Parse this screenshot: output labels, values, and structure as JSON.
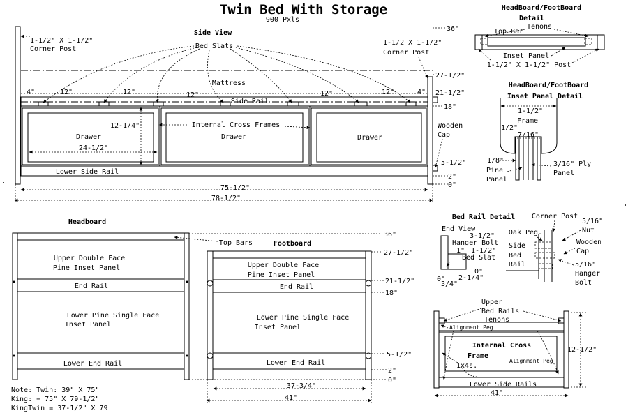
{
  "title": "Twin Bed With Storage",
  "subtitle": "900 Pxls",
  "side_view": {
    "heading": "Side View",
    "corner_post_left": [
      "1-1/2\" X 1-1/2\"",
      "Corner Post"
    ],
    "corner_post_right": [
      "1-1/2 X 1-1/2\"",
      "Corner Post"
    ],
    "bed_slats": "Bed Slats",
    "mattress": "Mattress",
    "side_rail": "Side Rail",
    "slat_spacing": [
      "4\"",
      "12\"",
      "12\"",
      "12\"",
      "12\"",
      "12\"",
      "4\""
    ],
    "drawer_height": "12-1/4\"",
    "drawer_width": "24-1/2\"",
    "drawer": "Drawer",
    "internal_cross_frames": "Internal Cross Frames",
    "wooden_cap": [
      "Wooden",
      "Cap"
    ],
    "lower_side_rail": "Lower Side Rail",
    "heights": [
      "36\"",
      "27-1/2\"",
      "21-1/2\"",
      "18\"",
      "5-1/2\"",
      "2\"",
      "0\""
    ],
    "inner_length": "75-1/2\"",
    "outer_length": "78-1/2\""
  },
  "headboard_footboard_detail": {
    "heading": [
      "HeadBoard/FootBoard",
      "Detail"
    ],
    "tenons": "Tenons",
    "top_bar": "Top Bar",
    "inset_panel": "Inset Panel",
    "post": "1-1/2\" X 1-1/2\" Post"
  },
  "inset_panel_detail": {
    "heading": [
      "HeadBoard/FootBoard",
      "Inset Panel Detail"
    ],
    "frame_width": "1-1/2\"",
    "frame": "Frame",
    "half": "1/2\"",
    "seven_sixteenths": "7/16\"",
    "eighth": "1/8\"",
    "pine_panel": [
      "Pine",
      "Panel"
    ],
    "ply_panel": [
      "3/16\" Ply",
      "Panel"
    ]
  },
  "headboard": {
    "heading": "Headboard",
    "top_bars": "Top Bars",
    "upper_panel": [
      "Upper Double Face",
      "Pine Inset Panel"
    ],
    "end_rail": "End Rail",
    "lower_panel": [
      "Lower Pine Single Face",
      "Inset Panel"
    ],
    "lower_end_rail": "Lower End Rail"
  },
  "footboard": {
    "heading": "Footboard",
    "upper_panel": [
      "Upper Double Face",
      "Pine Inset Panel"
    ],
    "end_rail": "End Rail",
    "lower_panel": [
      "Lower Pine Single Face",
      "Inset Panel"
    ],
    "lower_end_rail": "Lower End Rail",
    "heights": [
      "36\"",
      "27-1/2\"",
      "21-1/2\"",
      "18\"",
      "5-1/2\"",
      "2\"",
      "0\""
    ],
    "inner_width": "37-3/4\"",
    "outer_width": "41\""
  },
  "note": [
    "Note: Twin: 39\" X 75\"",
    "King: = 75\" X 79-1/2\"",
    "KingTwin = 37-1/2\" X 79"
  ],
  "bed_rail_detail": {
    "heading": "Bed Rail Detail",
    "end_view": "End View",
    "corner_post": "Corner Post",
    "three_half": "3-1/2\"",
    "hanger_bolt": "Hanger Bolt",
    "one": "1\"",
    "one_half": "1-1/2\"",
    "bed_slat": "Bed Slat",
    "zero": "0\"",
    "zero2": "0\"",
    "three_quarter": "3/4\"",
    "two_quarter": "2-1/4\"",
    "oak_peg": "Oak Peg.",
    "side_bed_rail": [
      "Side",
      "Bed",
      "Rail"
    ],
    "nut": [
      "5/16\"",
      "Nut"
    ],
    "wooden_cap": [
      "Wooden",
      "Cap"
    ],
    "hanger_bolt2": [
      "5/16\"",
      "Hanger",
      "Bolt"
    ]
  },
  "cross_frame": {
    "upper_bed_rails": [
      "Upper",
      "Bed Rails"
    ],
    "tenons": "Tenons",
    "alignment_peg": "Alignment Peg",
    "title": [
      "Internal Cross",
      "Frame"
    ],
    "one_x_four": "1x4s.",
    "alignment_peg2": "Alignment Peg",
    "lower_side_rails": "Lower Side Rails",
    "height": "12-1/2\"",
    "width": "41\""
  }
}
